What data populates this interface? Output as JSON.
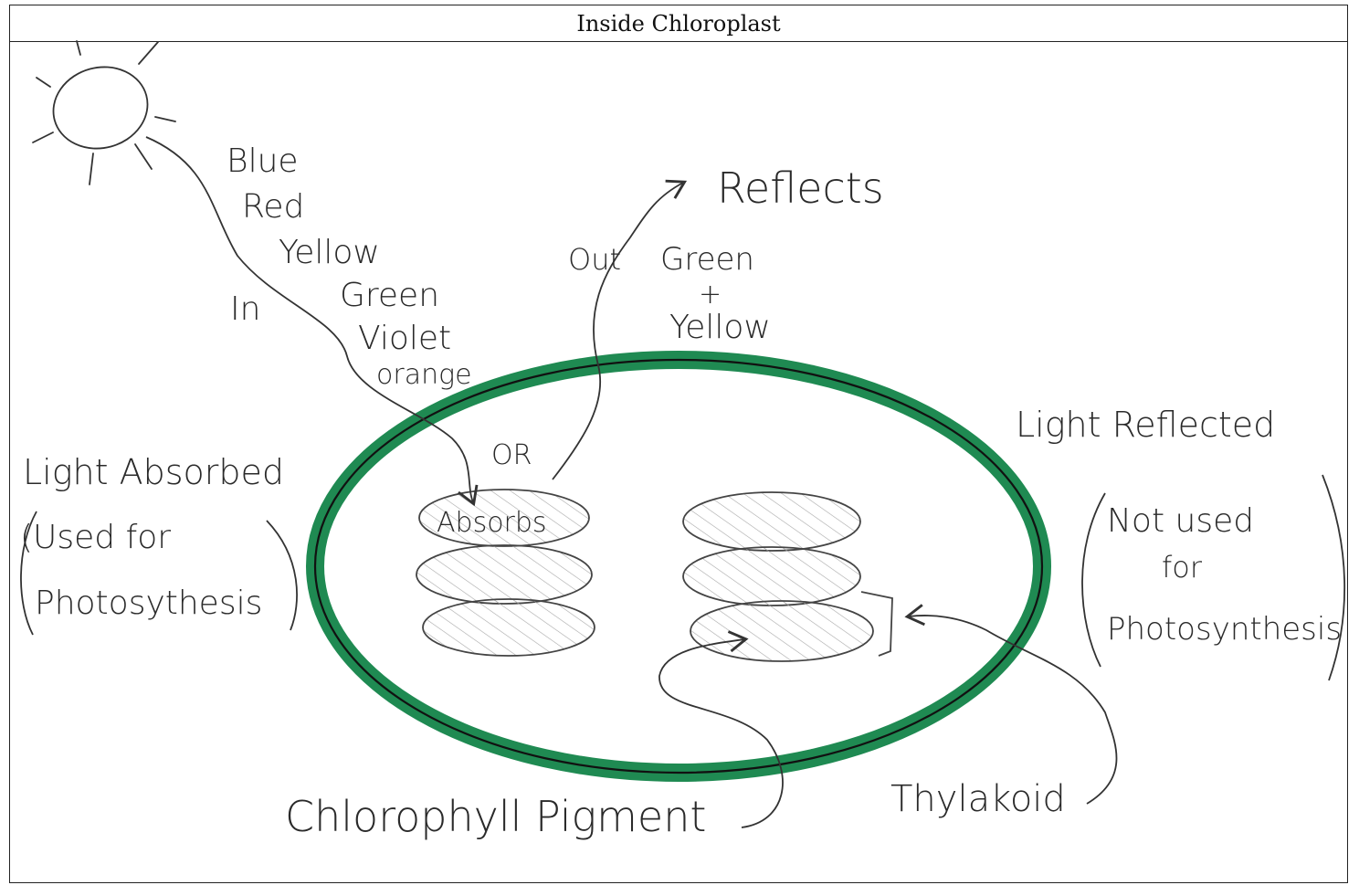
{
  "title": "Inside Chloroplast",
  "colors": {
    "membrane": "#1f8a52",
    "ink": "#333333",
    "hatch": "#9a9a9a"
  },
  "labels": {
    "incoming_colors": [
      "Blue",
      "Red",
      "Yellow",
      "Green",
      "Violet",
      "orange"
    ],
    "in": "In",
    "out": "Out",
    "reflects": "Reflects",
    "reflected_colors": [
      "Green",
      "+",
      "Yellow"
    ],
    "or": "OR",
    "absorbs": "Absorbs",
    "left_note": [
      "Light Absorbed",
      "(Used for",
      "Photosythesis"
    ],
    "right_note": [
      "Light Reflected",
      "Not used",
      "for",
      "Photosynthesis"
    ],
    "chlorophyll": "Chlorophyll Pigment",
    "thylakoid": "Thylakoid"
  }
}
